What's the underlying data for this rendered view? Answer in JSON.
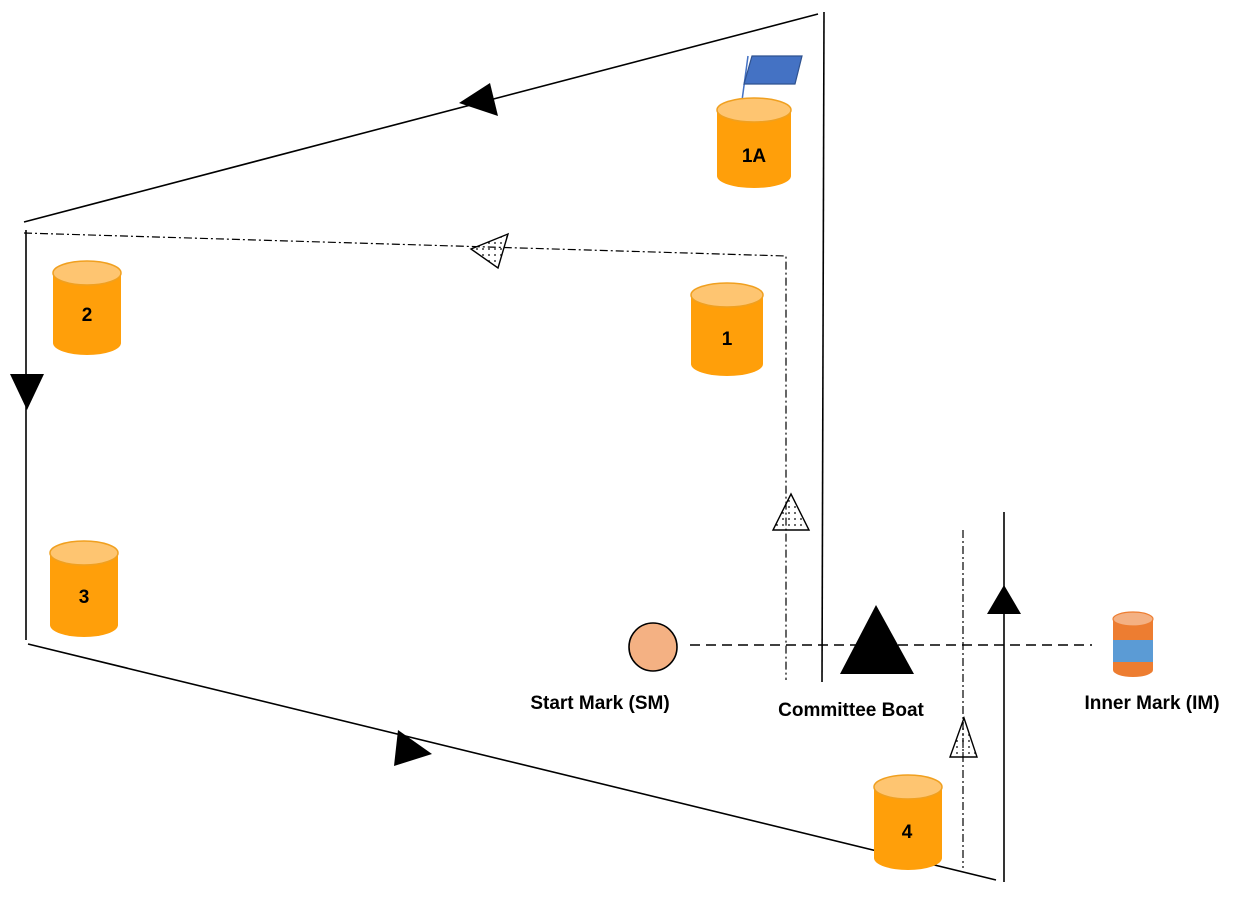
{
  "colors": {
    "buoy_body": "#ff9f0a",
    "buoy_top": "#fec571",
    "buoy_edge": "#f0a020",
    "flag": "#4472c4",
    "start_mark": "#f4b183",
    "inner_mark_body": "#ed7d31",
    "inner_mark_band": "#5b9bd5",
    "line": "#000000"
  },
  "marks": {
    "mark_1a": {
      "label": "1A",
      "icon": "flagged-cylinder-buoy"
    },
    "mark_1": {
      "label": "1",
      "icon": "cylinder-buoy"
    },
    "mark_2": {
      "label": "2",
      "icon": "cylinder-buoy"
    },
    "mark_3": {
      "label": "3",
      "icon": "cylinder-buoy"
    },
    "mark_4": {
      "label": "4",
      "icon": "cylinder-buoy"
    }
  },
  "start_line": {
    "start_mark": "Start Mark (SM)",
    "committee_boat": "Committee Boat",
    "inner_mark": "Inner Mark (IM)"
  }
}
